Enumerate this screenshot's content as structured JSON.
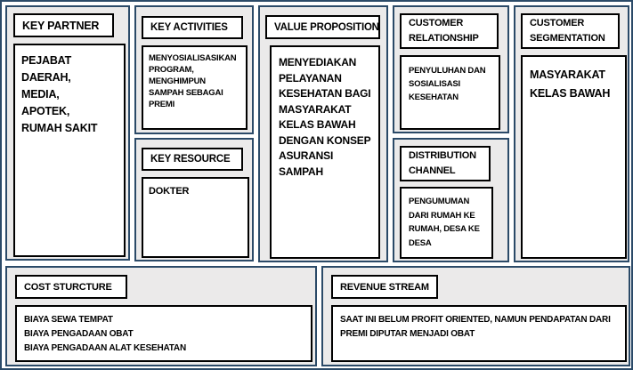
{
  "colors": {
    "frame": "#2b4a68",
    "panel_bg": "#ebeaea",
    "box_border": "#000000",
    "box_bg": "#ffffff",
    "text": "#000000",
    "page_bg": "#ffffff"
  },
  "panels": {
    "key_partner": {
      "title_lines": [
        "KEY PARTNER"
      ],
      "content_lines": [
        "PEJABAT",
        "DAERAH,",
        "MEDIA,",
        "APOTEK,",
        "RUMAH SAKIT"
      ]
    },
    "key_activities": {
      "title_lines": [
        "KEY ACTIVITIES"
      ],
      "content_lines": [
        "MENYOSIALISASIKAN",
        "PROGRAM,",
        "MENGHIMPUN",
        "SAMPAH SEBAGAI",
        "PREMI"
      ]
    },
    "key_resource": {
      "title_lines": [
        "KEY RESOURCE"
      ],
      "content_lines": [
        "DOKTER"
      ]
    },
    "value_proposition": {
      "title_lines": [
        "VALUE PROPOSITION"
      ],
      "content_lines": [
        "MENYEDIAKAN",
        "PELAYANAN",
        "KESEHATAN BAGI",
        "MASYARAKAT",
        "KELAS BAWAH",
        "DENGAN KONSEP",
        "ASURANSI",
        "SAMPAH"
      ]
    },
    "customer_relationship": {
      "title_lines": [
        "CUSTOMER",
        "RELATIONSHIP"
      ],
      "content_lines": [
        "PENYULUHAN DAN",
        "SOSIALISASI",
        "KESEHATAN"
      ]
    },
    "distribution_channel": {
      "title_lines": [
        "DISTRIBUTION",
        "CHANNEL"
      ],
      "content_lines": [
        "PENGUMUMAN",
        "DARI RUMAH KE",
        "RUMAH, DESA KE",
        "DESA"
      ]
    },
    "customer_segmentation": {
      "title_lines": [
        "CUSTOMER",
        "SEGMENTATION"
      ],
      "content_lines": [
        "MASYARAKAT",
        "KELAS BAWAH"
      ]
    },
    "cost_structure": {
      "title_lines": [
        "COST STURCTURE"
      ],
      "content_lines": [
        "BIAYA SEWA TEMPAT",
        "BIAYA PENGADAAN OBAT",
        "BIAYA PENGADAAN ALAT KESEHATAN"
      ]
    },
    "revenue_stream": {
      "title_lines": [
        "REVENUE STREAM"
      ],
      "content_lines": [
        "SAAT INI BELUM PROFIT ORIENTED, NAMUN PENDAPATAN DARI",
        "PREMI DIPUTAR MENJADI OBAT"
      ]
    }
  }
}
